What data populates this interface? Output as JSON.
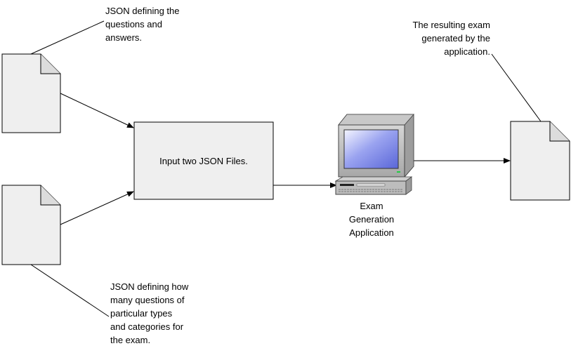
{
  "callouts": {
    "questions_json": "JSON defining the\nquestions and\nanswers.",
    "exam_config_json": "JSON defining how\nmany questions of\nparticular types\nand categories for\nthe exam.",
    "resulting_exam": "The resulting exam\ngenerated by the\napplication."
  },
  "process": {
    "label": "Input two JSON Files."
  },
  "application": {
    "label": "Exam\nGeneration\nApplication"
  },
  "colors": {
    "document_fill": "#efefef",
    "process_fill": "#efefef",
    "stroke": "#000000",
    "screen_blue": "#7d88ea",
    "computer_body": "#b9b9b9"
  },
  "icons": {
    "document": "document-icon",
    "computer": "computer-icon"
  }
}
